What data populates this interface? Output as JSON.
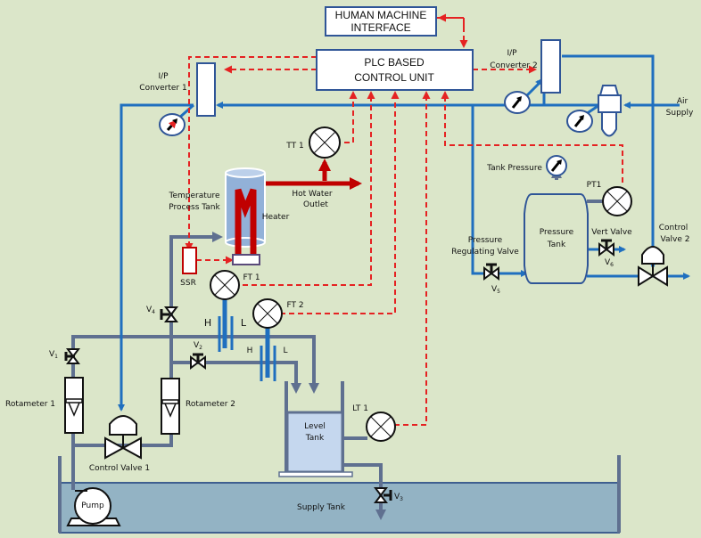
{
  "title": "PLC based process control system diagram",
  "colors": {
    "background": "#dbe6c9",
    "water_pipe": "#5f7090",
    "air_line": "#1f6fbf",
    "signal_line": "#e52222",
    "hot_water": "#c00000",
    "supply_tank": "#93b3c4",
    "level_tank": "#c5d7ee",
    "process_tank": "#92b1d8"
  },
  "blocks": {
    "hmi": [
      "HUMAN MACHINE",
      "INTERFACE"
    ],
    "plc": [
      "PLC BASED",
      "CONTROL UNIT"
    ]
  },
  "labels": {
    "ip_converter_1": [
      "I/P",
      "Converter 1"
    ],
    "ip_converter_2": [
      "I/P",
      "Converter 2"
    ],
    "air_supply": [
      "Air",
      "Supply"
    ],
    "tt1": "TT 1",
    "temperature_process_tank": [
      "Temperature",
      "Process Tank"
    ],
    "heater": "Heater",
    "hot_water_outlet": [
      "Hot Water",
      "Outlet"
    ],
    "ssr": "SSR",
    "ft1": "FT 1",
    "ft2": "FT 2",
    "h": "H",
    "l": "L",
    "v1": "V",
    "v1_sub": "1",
    "v2": "V",
    "v2_sub": "2",
    "v3": "V",
    "v3_sub": "3",
    "v4": "V",
    "v4_sub": "4",
    "v5": "V",
    "v5_sub": "5",
    "v6": "V",
    "v6_sub": "6",
    "rotameter_1": "Rotameter 1",
    "rotameter_2": "Rotameter 2",
    "control_valve_1": "Control Valve 1",
    "control_valve_2": [
      "Control",
      "Valve 2"
    ],
    "level_tank": [
      "Level",
      "Tank"
    ],
    "lt1": "LT 1",
    "supply_tank": "Supply Tank",
    "pump": "Pump",
    "tank_pressure": "Tank Pressure",
    "pt1": "PT1",
    "pressure_tank": [
      "Pressure",
      "Tank"
    ],
    "vert_valve": "Vert Valve",
    "pressure_regulating_valve": [
      "Pressure",
      "Regulating Valve"
    ]
  }
}
